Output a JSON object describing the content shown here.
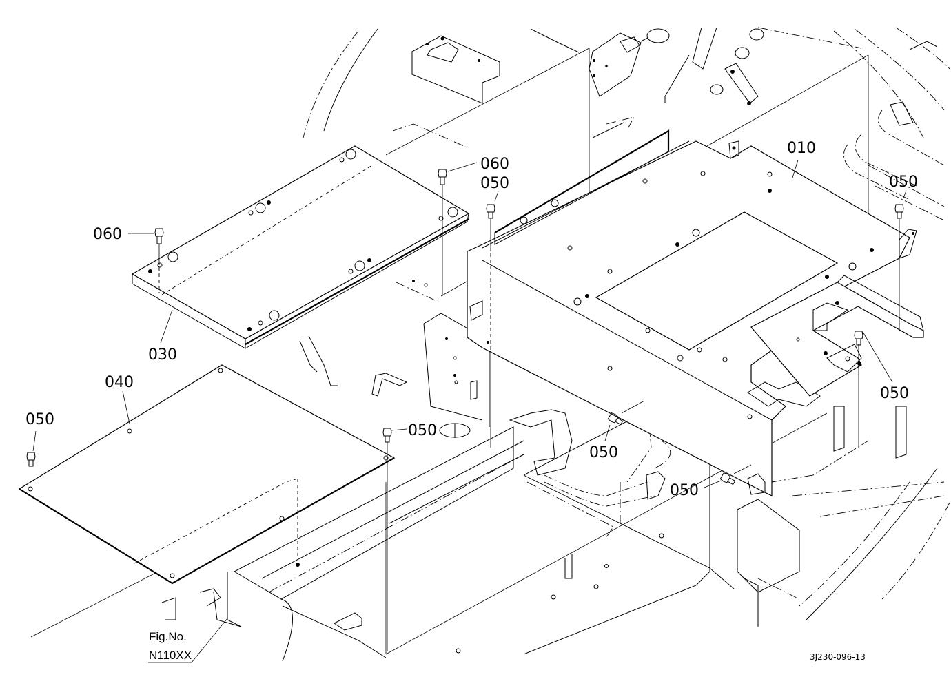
{
  "diagram": {
    "type": "exploded-parts-diagram",
    "drawing_number": "3J230-096-13",
    "figure_reference": {
      "label": "Fig.No.",
      "value": "N110XX"
    },
    "callouts": [
      {
        "id": "c010a",
        "label": "010",
        "part": "main-floor-plate"
      },
      {
        "id": "c030a",
        "label": "030",
        "part": "upper-cover-plate"
      },
      {
        "id": "c040a",
        "label": "040",
        "part": "lower-cover-plate"
      },
      {
        "id": "c060a",
        "label": "060",
        "part": "bolt"
      },
      {
        "id": "c060b",
        "label": "060",
        "part": "bolt"
      },
      {
        "id": "c050a",
        "label": "050",
        "part": "bolt"
      },
      {
        "id": "c050b",
        "label": "050",
        "part": "bolt"
      },
      {
        "id": "c050c",
        "label": "050",
        "part": "bolt"
      },
      {
        "id": "c050d",
        "label": "050",
        "part": "bolt"
      },
      {
        "id": "c050e",
        "label": "050",
        "part": "bolt"
      },
      {
        "id": "c050f",
        "label": "050",
        "part": "bolt"
      },
      {
        "id": "c050g",
        "label": "050",
        "part": "bolt"
      }
    ],
    "colors": {
      "line": "#000000",
      "background": "#ffffff"
    }
  }
}
